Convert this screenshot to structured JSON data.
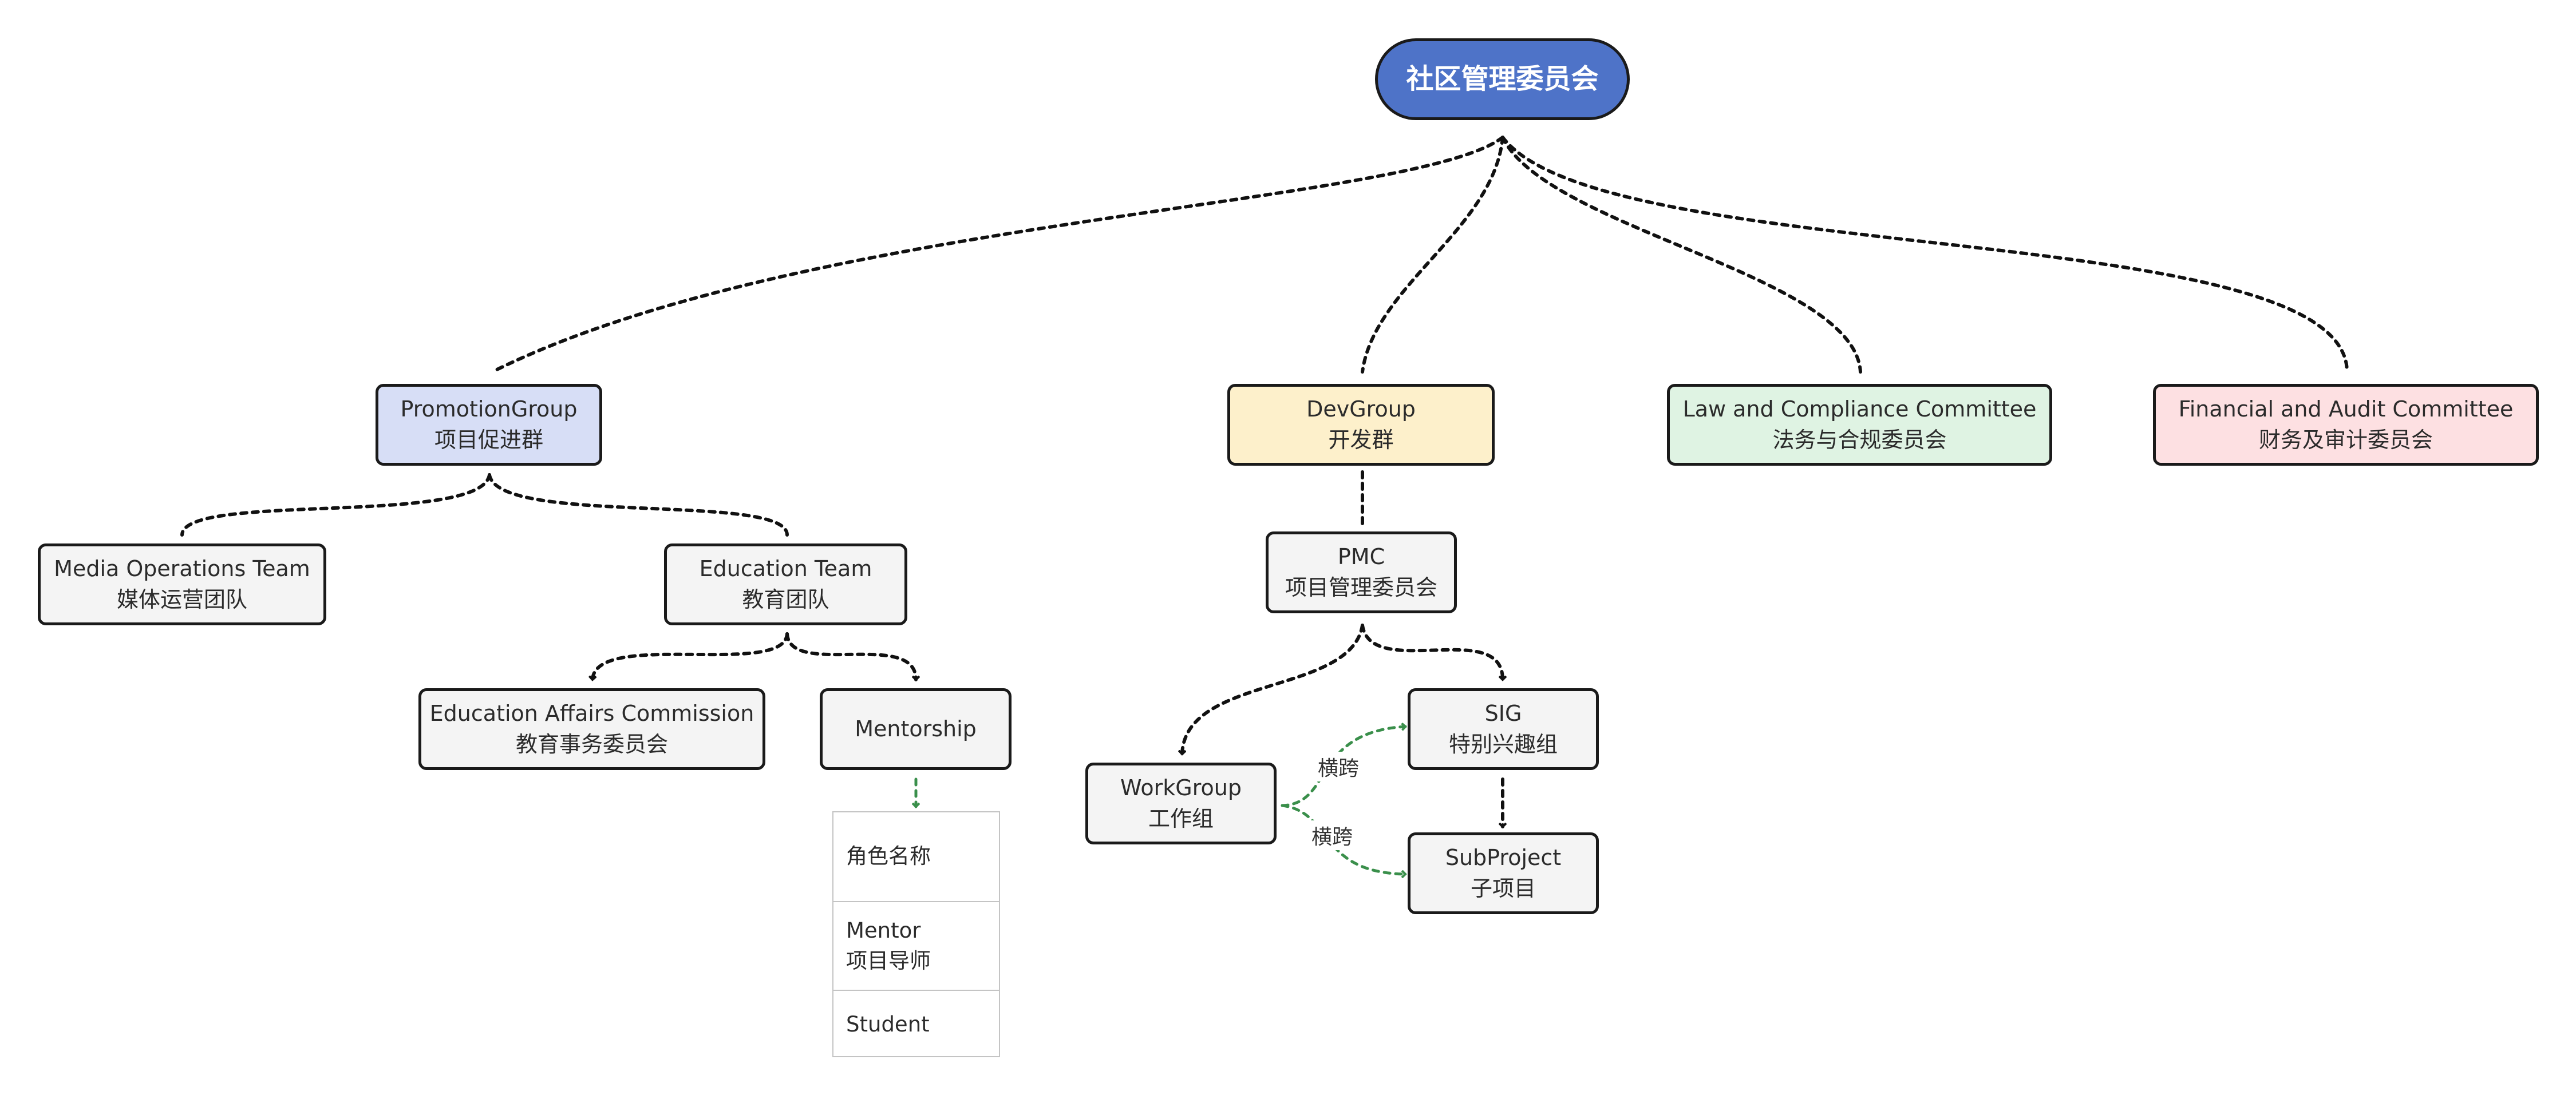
{
  "colors": {
    "root_fill": "#4e73c8",
    "promotion_fill": "#d7def6",
    "dev_fill": "#fdf0cb",
    "law_fill": "#dff3e3",
    "finance_fill": "#fde0e2",
    "default_fill": "#f4f4f4",
    "cross_link": "#3a8f4b",
    "edge": "#111111"
  },
  "nodes": {
    "root": {
      "label": "社区管理委员会"
    },
    "promotion": {
      "en": "PromotionGroup",
      "zh": "项目促进群"
    },
    "dev": {
      "en": "DevGroup",
      "zh": "开发群"
    },
    "law": {
      "en": "Law and Compliance Committee",
      "zh": "法务与合规委员会"
    },
    "finance": {
      "en": "Financial and Audit Committee",
      "zh": "财务及审计委员会"
    },
    "media": {
      "en": "Media Operations Team",
      "zh": "媒体运营团队"
    },
    "education": {
      "en": "Education Team",
      "zh": "教育团队"
    },
    "edu_affairs": {
      "en": "Education Affairs Commission",
      "zh": "教育事务委员会"
    },
    "mentorship": {
      "en": "Mentorship"
    },
    "pmc": {
      "en": "PMC",
      "zh": "项目管理委员会"
    },
    "workgroup": {
      "en": "WorkGroup",
      "zh": "工作组"
    },
    "sig": {
      "en": "SIG",
      "zh": "特别兴趣组"
    },
    "subproject": {
      "en": "SubProject",
      "zh": "子项目"
    }
  },
  "roles": {
    "header": "角色名称",
    "mentor": {
      "en": "Mentor",
      "zh": "项目导师"
    },
    "student": "Student"
  },
  "edge_labels": {
    "cross_top": "横跨",
    "cross_bottom": "横跨"
  }
}
